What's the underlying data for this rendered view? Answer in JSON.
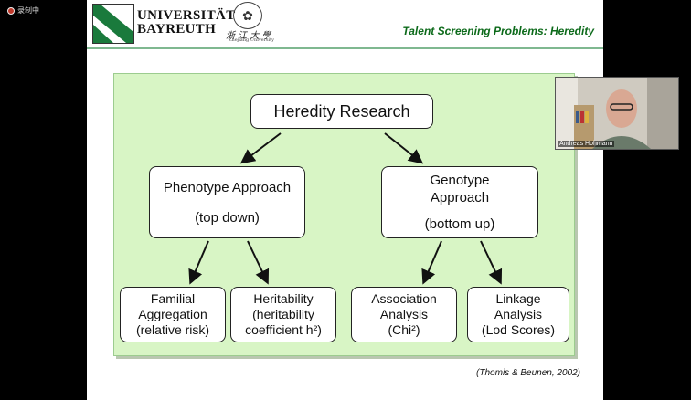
{
  "recording": {
    "label": "录制中"
  },
  "header": {
    "university_line1": "UNIVERSITÄT",
    "university_line2": "BAYREUTH",
    "partner_name_cn": "浙 江 大 學",
    "partner_name_en": "Zhejiang University",
    "slide_title": "Talent Screening Problems: Heredity"
  },
  "diagram": {
    "root": "Heredity Research",
    "phenotype": {
      "line1": "Phenotype Approach",
      "line2": "(top down)"
    },
    "genotype": {
      "line1": "Genotype",
      "line2": "Approach",
      "line3": "(bottom up)"
    },
    "leaves": [
      {
        "line1": "Familial",
        "line2": "Aggregation",
        "line3": "(relative risk)"
      },
      {
        "line1": "Heritability",
        "line2": "(heritability",
        "line3": "coefficient h²)"
      },
      {
        "line1": "Association",
        "line2": "Analysis",
        "line3": "(Chi²)"
      },
      {
        "line1": "Linkage",
        "line2": "Analysis",
        "line3": "(Lod Scores)"
      }
    ]
  },
  "citation": "(Thomis & Beunen, 2002)",
  "video": {
    "participant_name": "Andreas Hohmann"
  },
  "colors": {
    "panel": "#d8f5c5",
    "title_green": "#0c6a1a",
    "background": "#000000"
  }
}
